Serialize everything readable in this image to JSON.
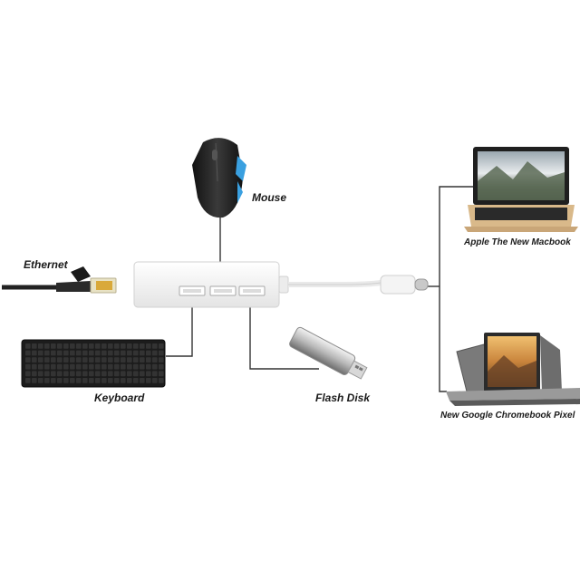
{
  "labels": {
    "mouse": "Mouse",
    "ethernet": "Ethernet",
    "keyboard": "Keyboard",
    "flash_disk": "Flash Disk",
    "macbook": "Apple The New Macbook",
    "chromebook": "New Google Chromebook Pixel"
  },
  "colors": {
    "hub_body": "#f3f3f3",
    "connector_line": "#333333",
    "keyboard": "#1c1c1c",
    "macbook_body": "#d9b98a",
    "mouse_accent": "#3aa0e0"
  }
}
